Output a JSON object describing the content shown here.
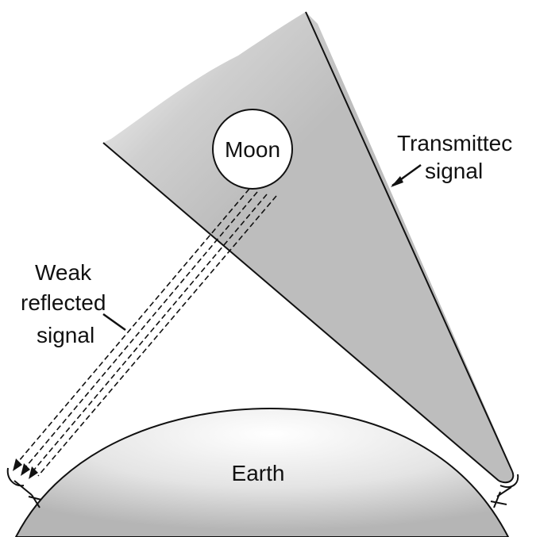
{
  "labels": {
    "moon": "Moon",
    "earth": "Earth",
    "transmitted_line1": "Transmittec",
    "transmitted_line2": "signal",
    "reflected_line1": "Weak",
    "reflected_line2": "reflected",
    "reflected_line3": "signal"
  },
  "colors": {
    "beam_gray": "#bdbdbd",
    "earth_center": "#ffffff",
    "earth_edge": "#b8b8b8",
    "outline": "#111111"
  }
}
